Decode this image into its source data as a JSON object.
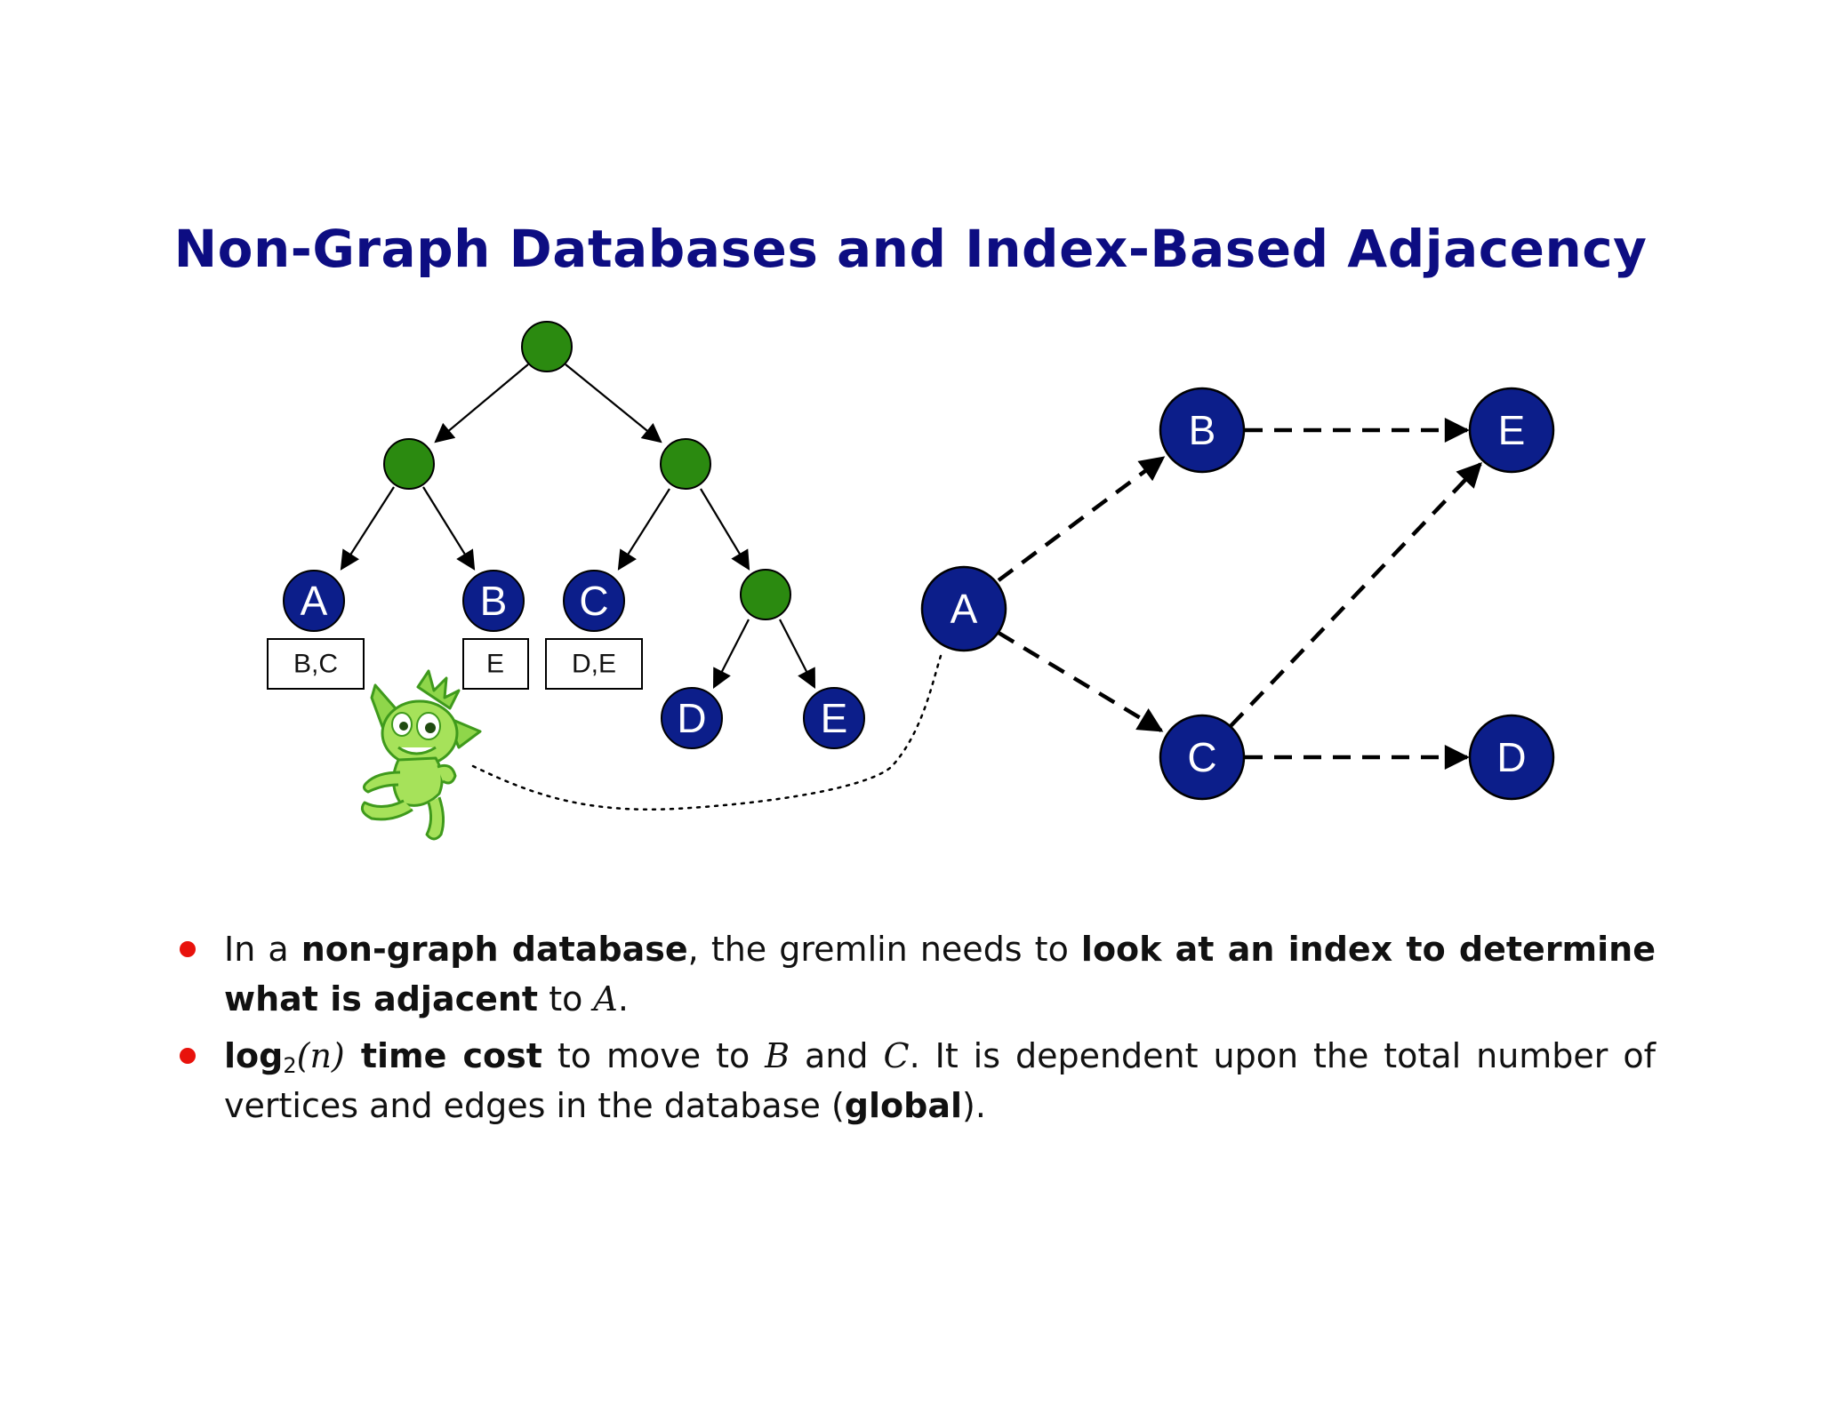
{
  "title": "Non-Graph Databases and Index-Based Adjacency",
  "colors": {
    "title": "#0d0d82",
    "vertex": "#0c1e8a",
    "index_node": "#2b8a10",
    "bullet": "#e8120c",
    "gremlin": "#8fd64a"
  },
  "index_tree": {
    "leaves": [
      "A",
      "B",
      "C",
      "D",
      "E"
    ],
    "index_boxes": [
      "B,C",
      "E",
      "D,E"
    ]
  },
  "graph": {
    "vertices": [
      "A",
      "B",
      "C",
      "D",
      "E"
    ],
    "edges": [
      [
        "A",
        "B"
      ],
      [
        "A",
        "C"
      ],
      [
        "B",
        "E"
      ],
      [
        "C",
        "E"
      ],
      [
        "C",
        "D"
      ]
    ]
  },
  "gremlin_icon": "gremlin-mascot",
  "bullets": [
    {
      "parts": [
        {
          "t": "In a ",
          "s": "n"
        },
        {
          "t": "non-graph database",
          "s": "b"
        },
        {
          "t": ", the gremlin needs to ",
          "s": "n"
        },
        {
          "t": "look at an index to determine what is adjacent",
          "s": "b"
        },
        {
          "t": " to ",
          "s": "n"
        },
        {
          "t": "A",
          "s": "m"
        },
        {
          "t": ".",
          "s": "n"
        }
      ]
    },
    {
      "parts": [
        {
          "t": "log",
          "s": "b"
        },
        {
          "t": "2",
          "s": "sub"
        },
        {
          "t": "(n)",
          "s": "m"
        },
        {
          "t": " time cost",
          "s": "b"
        },
        {
          "t": " to move to ",
          "s": "n"
        },
        {
          "t": "B",
          "s": "m"
        },
        {
          "t": " and ",
          "s": "n"
        },
        {
          "t": "C",
          "s": "m"
        },
        {
          "t": ".  It is dependent upon the total number of vertices and edges in the database (",
          "s": "n"
        },
        {
          "t": "global",
          "s": "b"
        },
        {
          "t": ").",
          "s": "n"
        }
      ]
    }
  ]
}
